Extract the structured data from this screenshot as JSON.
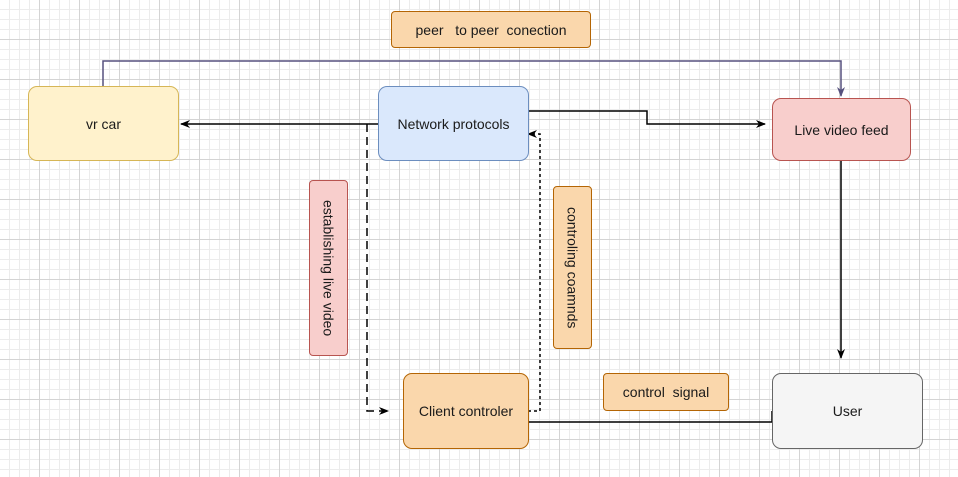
{
  "nodes": {
    "vr_car": "vr car",
    "network_protocols": "Network protocols",
    "live_video_feed": "Live video feed",
    "client_controler": "Client controler",
    "user": "User"
  },
  "labels": {
    "peer_connection": "peer   to peer  conection",
    "establishing_live_video": "establishing live video",
    "controling_commands": "controling coamnds",
    "control_signal": "control  signal"
  },
  "colors": {
    "edge": "#000000",
    "peer_edge": "#56517e",
    "yellow_fill": "#fff2cc",
    "blue_fill": "#dae8fc",
    "red_fill": "#f8cecc",
    "orange_fill": "#fad7ac",
    "gray_fill": "#f5f5f5"
  }
}
